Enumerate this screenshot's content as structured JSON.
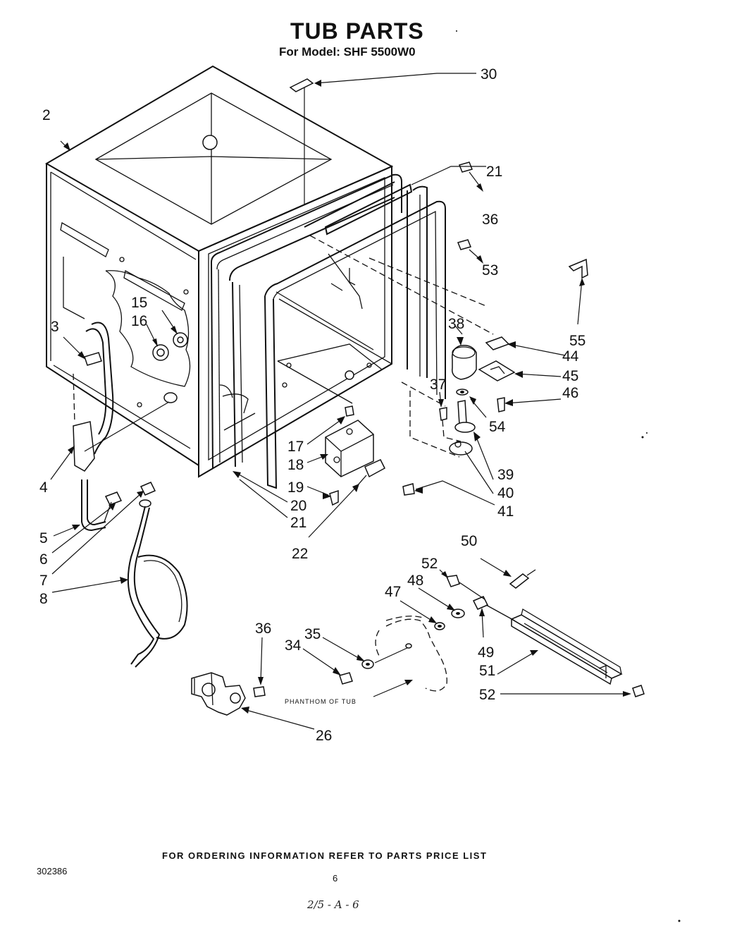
{
  "title": "TUB PARTS",
  "subtitle": "For Model: SHF 5500W0",
  "footer_note": "FOR ORDERING INFORMATION REFER TO PARTS PRICE LIST",
  "document_number": "302386",
  "page_number": "6",
  "handwritten_note": "2/5 - A - 6",
  "phantom_label": "PHANTHOM OF TUB",
  "callouts": {
    "c2": "2",
    "c3": "3",
    "c4": "4",
    "c5": "5",
    "c6": "6",
    "c7": "7",
    "c8": "8",
    "c15": "15",
    "c16": "16",
    "c17": "17",
    "c18": "18",
    "c19": "19",
    "c20": "20",
    "c21a": "21",
    "c21b": "21",
    "c22": "22",
    "c26": "26",
    "c30": "30",
    "c34": "34",
    "c35": "35",
    "c36a": "36",
    "c36b": "36",
    "c37": "37",
    "c38": "38",
    "c39": "39",
    "c40": "40",
    "c41": "41",
    "c44": "44",
    "c45": "45",
    "c46": "46",
    "c47": "47",
    "c48": "48",
    "c49": "49",
    "c50": "50",
    "c51": "51",
    "c52a": "52",
    "c52b": "52",
    "c53": "53",
    "c54": "54",
    "c55": "55"
  }
}
